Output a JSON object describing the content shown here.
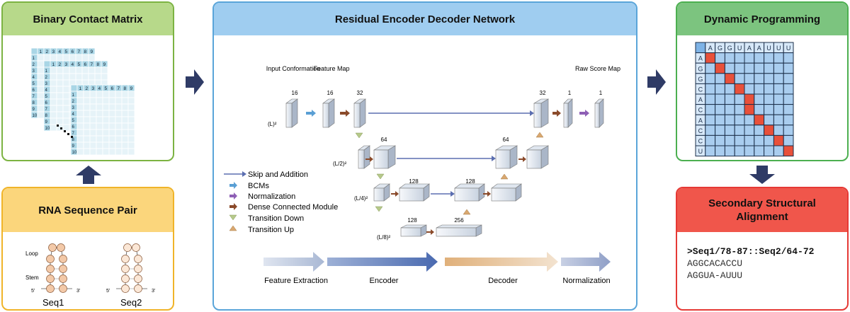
{
  "colors": {
    "green": "#7cb342",
    "green_head": "#b7d98a",
    "orange": "#f0b429",
    "orange_head": "#fbd67c",
    "blue": "#5aa5d9",
    "blue_head": "#9fcdf0",
    "dpgreen": "#4caf50",
    "dpgreen_head": "#7cc47f",
    "red": "#e53935",
    "red_head": "#f0564b",
    "arrow": "#2f3b66"
  },
  "panels": {
    "contact": {
      "title": "Binary Contact Matrix"
    },
    "rna": {
      "title": "RNA Sequence Pair",
      "seq1_label": "Seq1",
      "seq2_label": "Seq2",
      "loop_label": "Loop",
      "stem_label": "Stem",
      "five_prime": "5'",
      "three_prime": "3'"
    },
    "network": {
      "title": "Residual Encoder Decoder Network"
    },
    "dp": {
      "title": "Dynamic Programming"
    },
    "alignment": {
      "title": "Secondary Structural Alignment",
      "header": ">Seq1/78-87::Seq2/64-72",
      "line1": "AGGCACACCU",
      "line2": "AGGUA-AUUU"
    }
  },
  "contact_matrix": {
    "col_numbers": [
      "1",
      "2",
      "3",
      "4",
      "5",
      "6",
      "7",
      "8",
      "9"
    ],
    "row_numbers": [
      "1",
      "2",
      "3",
      "4",
      "5",
      "6",
      "7",
      "8",
      "9",
      "10"
    ]
  },
  "network": {
    "labels": {
      "input_conformation": "Input Conformation",
      "feature_map": "Feature Map",
      "raw_score_map": "Raw Score Map",
      "dim_L": "(L)²",
      "dim_L2": "(L/2)²",
      "dim_L4": "(L/4)²",
      "dim_L8": "(L/8)²"
    },
    "channels": {
      "c16a": "16",
      "c16b": "16",
      "c32a": "32",
      "c32b": "32",
      "c1a": "1",
      "c1b": "1",
      "c64a": "64",
      "c64b": "64",
      "c128a": "128",
      "c128b": "128",
      "c128c": "128",
      "c256": "256"
    },
    "legend": [
      {
        "label": "Skip and Addition",
        "icon": "line-arrow-icon",
        "color": "#5b6eb0"
      },
      {
        "label": "BCMs",
        "icon": "blue-arrow-icon",
        "color": "#5a9fd4"
      },
      {
        "label": "Normalization",
        "icon": "purple-arrow-icon",
        "color": "#8e5fb5"
      },
      {
        "label": "Dense Connected Module",
        "icon": "brown-arrow-icon",
        "color": "#8a4a2a"
      },
      {
        "label": "Transition Down",
        "icon": "green-down-icon",
        "color": "#b6c98a"
      },
      {
        "label": "Transition Up",
        "icon": "tan-up-icon",
        "color": "#d9a870"
      }
    ],
    "stages": [
      "Feature Extraction",
      "Encoder",
      "Decoder",
      "Normalization"
    ]
  },
  "dp_matrix": {
    "top_letters": [
      "A",
      "G",
      "G",
      "U",
      "A",
      "A",
      "U",
      "U",
      "U"
    ],
    "left_letters": [
      "A",
      "G",
      "G",
      "C",
      "A",
      "C",
      "A",
      "C",
      "C",
      "U"
    ],
    "path": [
      [
        0,
        0
      ],
      [
        1,
        1
      ],
      [
        2,
        2
      ],
      [
        3,
        3
      ],
      [
        4,
        4
      ],
      [
        5,
        4
      ],
      [
        6,
        5
      ],
      [
        7,
        6
      ],
      [
        8,
        7
      ],
      [
        9,
        8
      ]
    ]
  }
}
